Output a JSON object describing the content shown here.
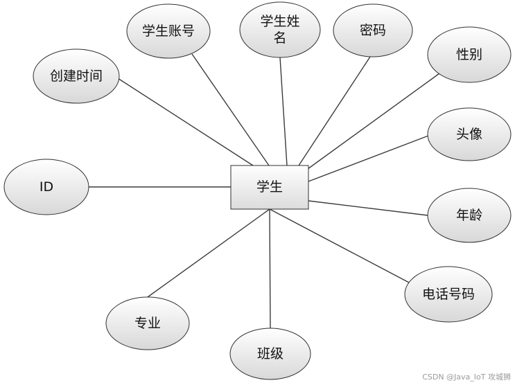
{
  "entity": {
    "label": "学生"
  },
  "attributes": [
    {
      "id": "create-time",
      "label": "创建时间",
      "lines": [
        "创建时间"
      ]
    },
    {
      "id": "student-account",
      "label": "学生账号",
      "lines": [
        "学生账号"
      ]
    },
    {
      "id": "student-name",
      "label": "学生姓名",
      "lines": [
        "学生姓",
        "名"
      ]
    },
    {
      "id": "password",
      "label": "密码",
      "lines": [
        "密码"
      ]
    },
    {
      "id": "gender",
      "label": "性别",
      "lines": [
        "性别"
      ]
    },
    {
      "id": "avatar",
      "label": "头像",
      "lines": [
        "头像"
      ]
    },
    {
      "id": "id",
      "label": "ID",
      "lines": [
        "ID"
      ]
    },
    {
      "id": "age",
      "label": "年龄",
      "lines": [
        "年龄"
      ]
    },
    {
      "id": "major",
      "label": "专业",
      "lines": [
        "专业"
      ]
    },
    {
      "id": "class",
      "label": "班级",
      "lines": [
        "班级"
      ]
    },
    {
      "id": "phone",
      "label": "电话号码",
      "lines": [
        "电话号码"
      ]
    }
  ],
  "watermark": "CSDN @Java_IoT 攻城狮"
}
